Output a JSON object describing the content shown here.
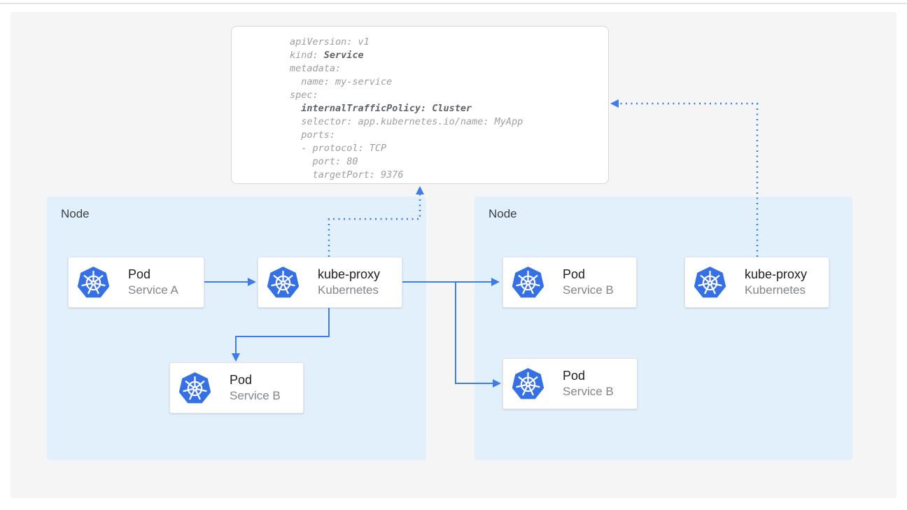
{
  "colors": {
    "arrow_blue": "#3e7de9",
    "kubernetes_logo_blue": "#3570e4",
    "node_fill": "#e2f0fc",
    "panel_background": "#f5f5f5",
    "yaml_regular_text": "#9e9e9e",
    "yaml_bold_text": "#5f6368"
  },
  "yaml": {
    "lines": [
      [
        [
          "apiVersion: v1",
          false
        ]
      ],
      [
        [
          "kind: ",
          false
        ],
        [
          "Service",
          true
        ]
      ],
      [
        [
          "metadata:",
          false
        ]
      ],
      [
        [
          "  name: my-service",
          false
        ]
      ],
      [
        [
          "spec:",
          false
        ]
      ],
      [
        [
          "  ",
          false
        ],
        [
          "internalTrafficPolicy: Cluster",
          true
        ]
      ],
      [
        [
          "  selector: app.kubernetes.io/name: MyApp",
          false
        ]
      ],
      [
        [
          "  ports:",
          false
        ]
      ],
      [
        [
          "  - protocol: TCP",
          false
        ]
      ],
      [
        [
          "    port: 80",
          false
        ]
      ],
      [
        [
          "    targetPort: 9376",
          false
        ]
      ]
    ]
  },
  "nodes": [
    {
      "label": "Node"
    },
    {
      "label": "Node"
    }
  ],
  "cards": [
    {
      "title": "Pod",
      "subtitle": "Service A"
    },
    {
      "title": "kube-proxy",
      "subtitle": "Kubernetes"
    },
    {
      "title": "Pod",
      "subtitle": "Service B"
    },
    {
      "title": "Pod",
      "subtitle": "Service B"
    },
    {
      "title": "Pod",
      "subtitle": "Service B"
    },
    {
      "title": "kube-proxy",
      "subtitle": "Kubernetes"
    }
  ]
}
